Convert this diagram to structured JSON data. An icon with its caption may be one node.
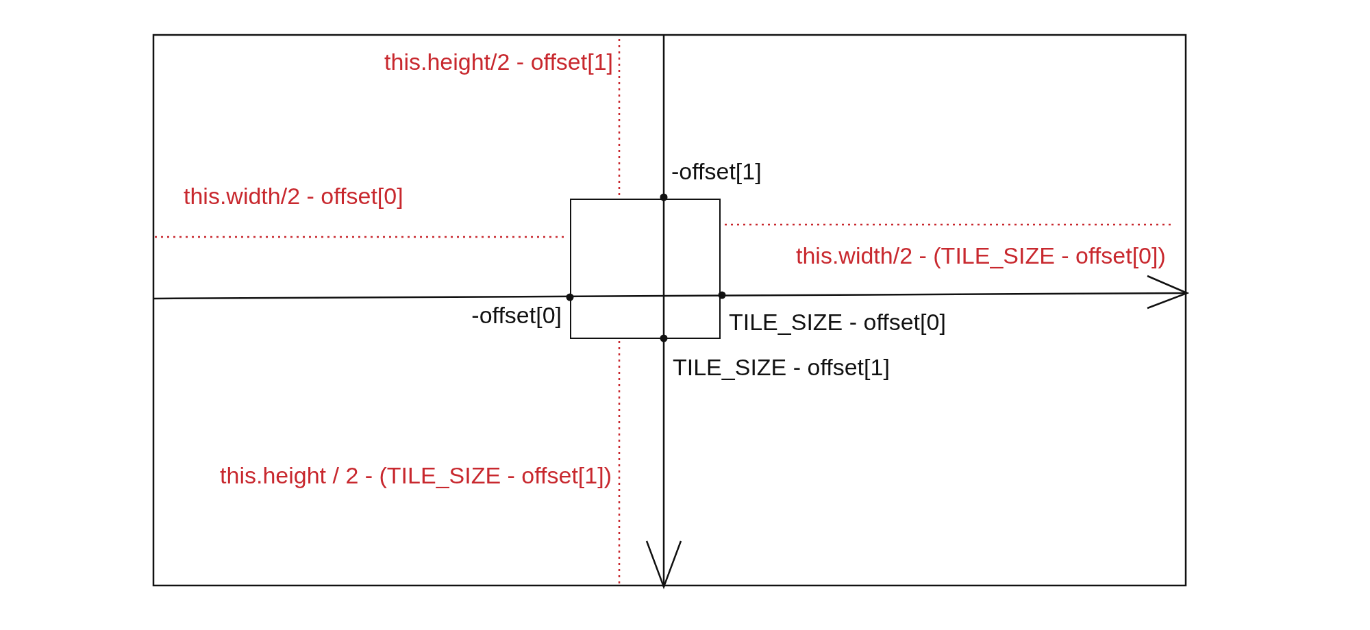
{
  "diagram": {
    "nodes": [
      {
        "text": [],
        "shape": "box"
      }
    ],
    "edges": [],
    "labels": [
      "this.height/2 - offset[1]",
      "-offset[1]",
      "this.width/2 - offset[0]",
      "this.width/2 - (TILE_SIZE - offset[0])",
      "-offset[0]",
      "TILE_SIZE - offset[0]",
      "TILE_SIZE - offset[1]",
      "this.height / 2 - (TILE_SIZE - offset[1])"
    ]
  }
}
